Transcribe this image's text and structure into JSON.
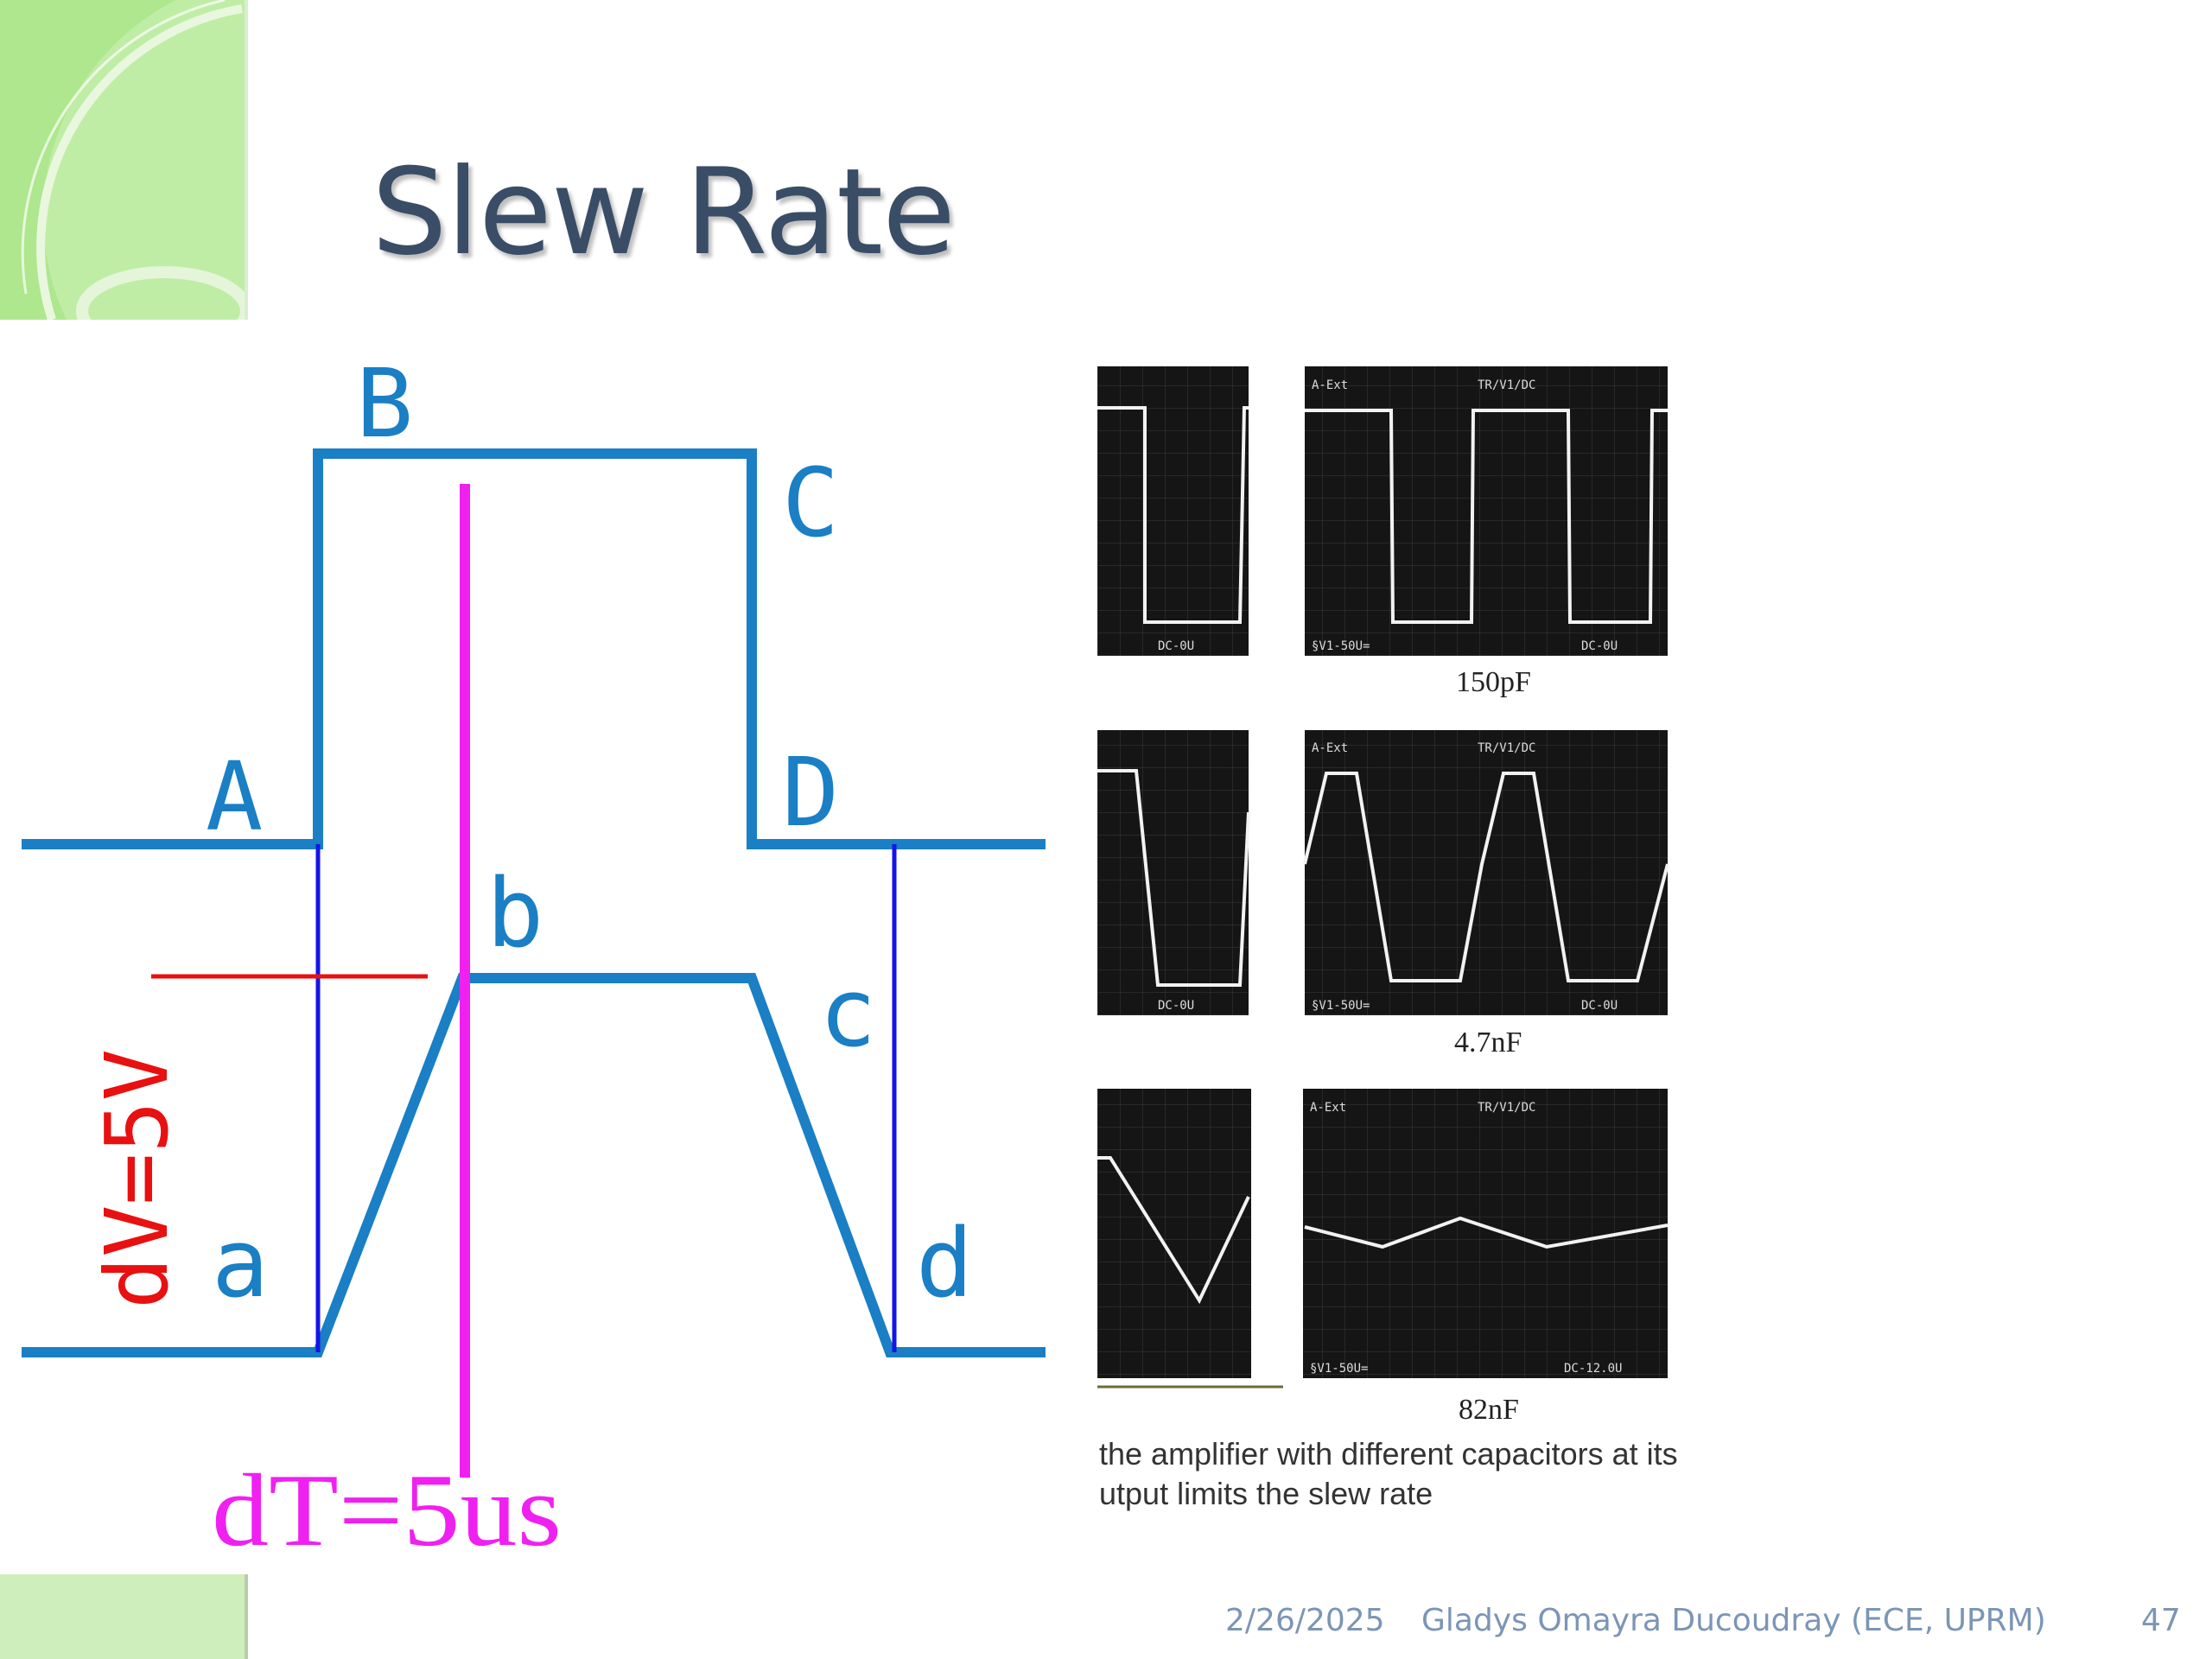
{
  "slide": {
    "title": "Slew Rate",
    "footer": {
      "date": "2/26/2025",
      "author": "Gladys Omayra Ducoudray (ECE, UPRM)",
      "page": "47"
    }
  },
  "diagram": {
    "upper_labels": [
      "A",
      "B",
      "C",
      "D"
    ],
    "lower_labels": [
      "a",
      "b",
      "c",
      "d"
    ],
    "dv_label": "dV=5V",
    "dt_label": "dT=5us",
    "colors": {
      "input": "#1a7fc4",
      "output": "#1a7fc4",
      "markers": "#1010e8",
      "dv": "#e81010",
      "dt": "#f020f0"
    }
  },
  "scopes": {
    "rows": [
      {
        "capacitance": "150pF",
        "header_left": "A-Ext",
        "header_right": "TR/V1/DC",
        "footer_left": "§V1-50U=",
        "footer_right": "DC-0U",
        "waveform": "square"
      },
      {
        "capacitance": "4.7nF",
        "header_left": "A-Ext",
        "header_right": "TR/V1/DC",
        "footer_left": "§V1-50U=",
        "footer_right": "DC-0U",
        "waveform": "trapezoid"
      },
      {
        "capacitance": "82nF",
        "header_left": "A-Ext",
        "header_right": "TR/V1/DC",
        "footer_left": "§V1-50U=",
        "footer_right": "DC-12.0U",
        "waveform": "triangle"
      }
    ],
    "caption_line1": "the amplifier with different capacitors at its",
    "caption_line2": "utput limits the slew rate"
  }
}
